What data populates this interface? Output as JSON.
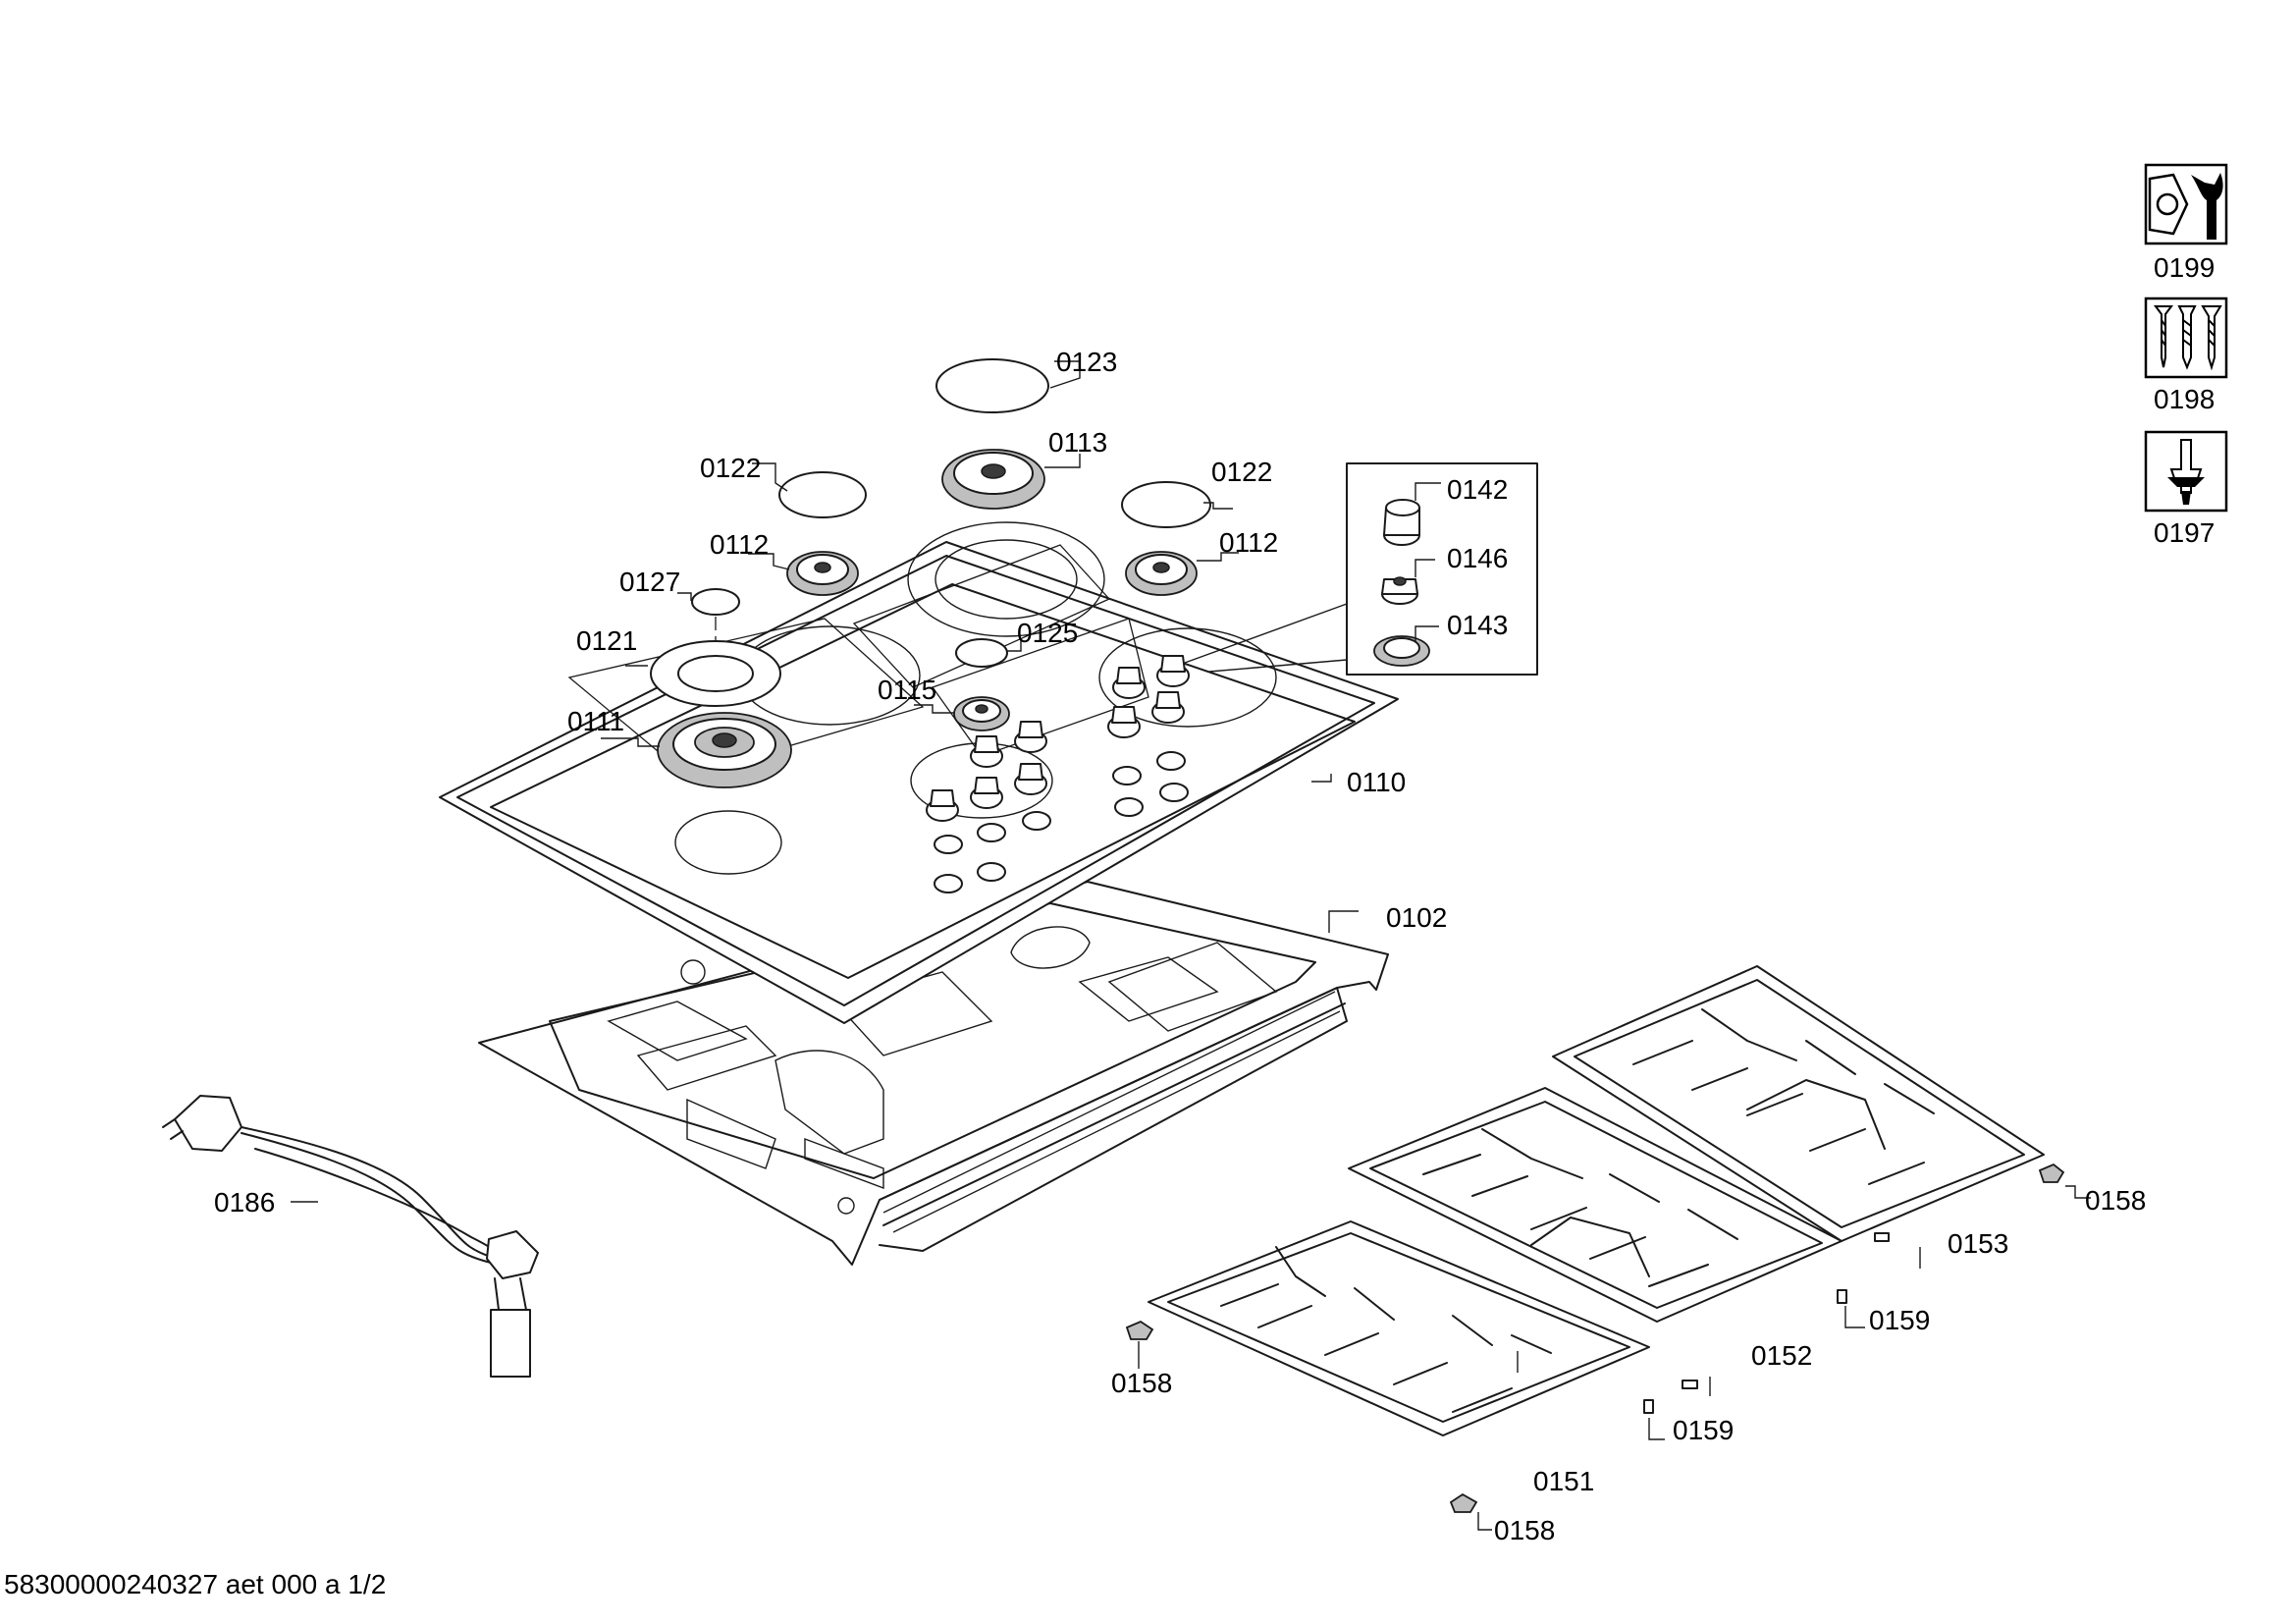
{
  "footer": "58300000240327 aet 000 a 1/2",
  "tools": [
    {
      "id": "0199",
      "icon": "wrench-nut-icon"
    },
    {
      "id": "0198",
      "icon": "screws-icon"
    },
    {
      "id": "0197",
      "icon": "screwdriver-icon"
    }
  ],
  "callouts": {
    "c0123": "0123",
    "c0113": "0113",
    "c0122a": "0122",
    "c0122b": "0122",
    "c0112a": "0112",
    "c0112b": "0112",
    "c0127": "0127",
    "c0125": "0125",
    "c0121": "0121",
    "c0115": "0115",
    "c0111": "0111",
    "c0110": "0110",
    "c0142": "0142",
    "c0146": "0146",
    "c0143": "0143",
    "c0102": "0102",
    "c0186": "0186",
    "c0153": "0153",
    "c0158a": "0158",
    "c0159a": "0159",
    "c0152": "0152",
    "c0158b": "0158",
    "c0159b": "0159",
    "c0151": "0151",
    "c0158c": "0158"
  }
}
